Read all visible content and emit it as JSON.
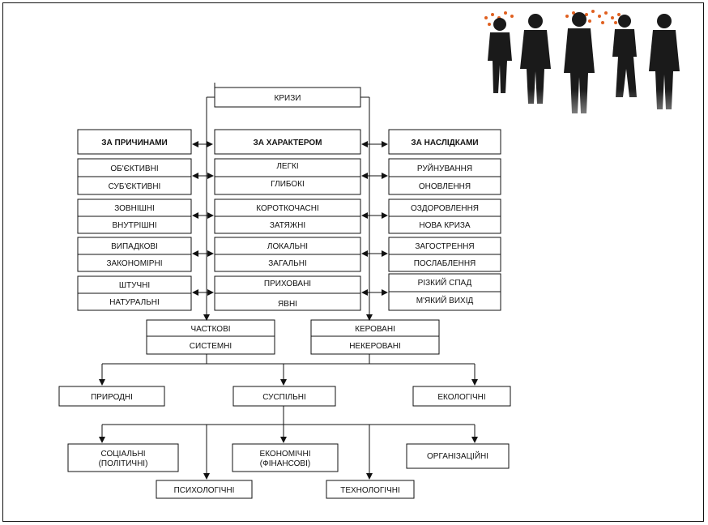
{
  "root": "КРИЗИ",
  "headers": {
    "left": "ЗА ПРИЧИНАМИ",
    "center": "ЗА ХАРАКТЕРОМ",
    "right": "ЗА НАСЛІДКАМИ"
  },
  "left_pairs": [
    [
      "ОБ'ЄКТИВНІ",
      "СУБ'ЄКТИВНІ"
    ],
    [
      "ЗОВНІШНІ",
      "ВНУТРІШНІ"
    ],
    [
      "ВИПАДКОВІ",
      "ЗАКОНОМІРНІ"
    ],
    [
      "ШТУЧНІ",
      "НАТУРАЛЬНІ"
    ]
  ],
  "center_pairs": [
    [
      "ЛЕГКІ",
      "ГЛИБОКІ"
    ],
    [
      "КОРОТКОЧАСНІ",
      "ЗАТЯЖНІ"
    ],
    [
      "ЛОКАЛЬНІ",
      "ЗАГАЛЬНІ"
    ],
    [
      "ПРИХОВАНІ",
      "ЯВНІ"
    ]
  ],
  "right_pairs": [
    [
      "РУЙНУВАННЯ",
      "ОНОВЛЕННЯ"
    ],
    [
      "ОЗДОРОВЛЕННЯ",
      "НОВА КРИЗА"
    ],
    [
      "ЗАГОСТРЕННЯ",
      "ПОСЛАБЛЕННЯ"
    ],
    [
      "РІЗКИЙ СПАД",
      "М'ЯКИЙ ВИХІД"
    ]
  ],
  "scope_box": [
    "ЧАСТКОВІ",
    "СИСТЕМНІ"
  ],
  "control_box": [
    "КЕРОВАНІ",
    "НЕКЕРОВАНІ"
  ],
  "level3": [
    "ПРИРОДНІ",
    "СУСПІЛЬНІ",
    "ЕКОЛОГІЧНІ"
  ],
  "level4": {
    "social": [
      "СОЦІАЛЬНІ",
      "(ПОЛІТИЧНІ)"
    ],
    "economic": [
      "ЕКОНОМІЧНІ",
      "(ФІНАНСОВІ)"
    ],
    "organizational": "ОРГАНІЗАЦІЙНІ",
    "psychological": "ПСИХОЛОГІЧНІ",
    "technological": "ТЕХНОЛОГІЧНІ"
  },
  "colors": {
    "line": "#111111",
    "text": "#111111",
    "photo_silhouette": "#1a1a1a",
    "photo_accent": "#e06020"
  }
}
